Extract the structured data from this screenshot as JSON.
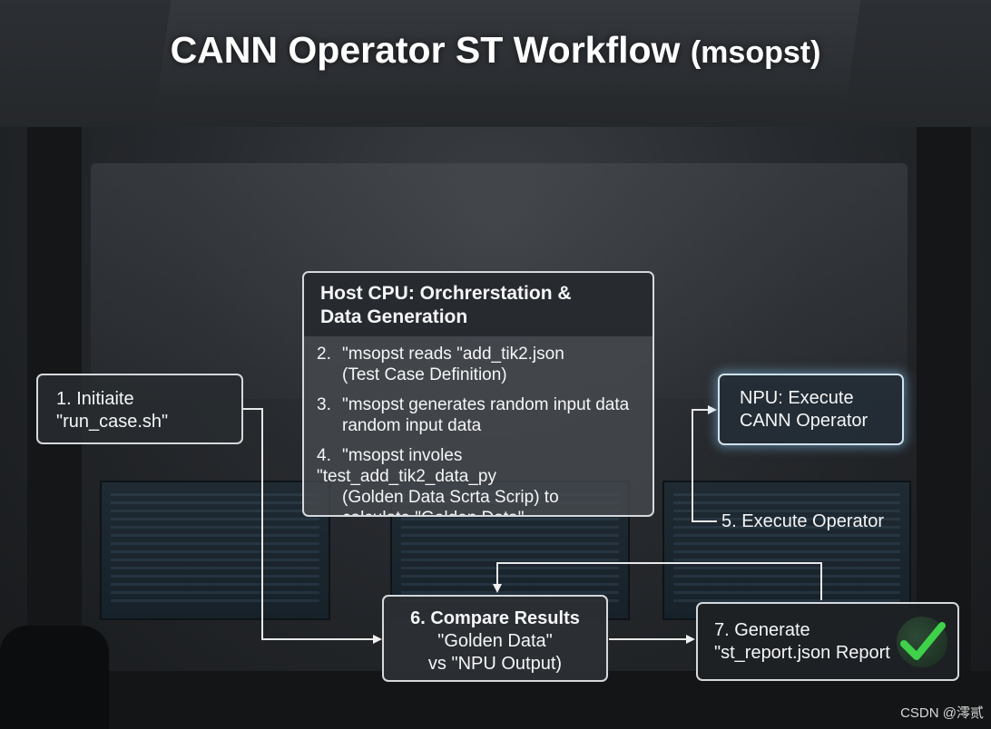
{
  "title": {
    "main": "CANN Operator ST Workflow",
    "sub": "(msopst)"
  },
  "boxes": {
    "initiate": {
      "line1": "1. Initiaite",
      "line2": "\"run_case.sh\""
    },
    "host": {
      "heading_line1": "Host CPU: Orchrerstation &",
      "heading_line2": "Data Generation",
      "steps": [
        {
          "num": "2.",
          "line1": "\"msopst reads \"add_tik2.json",
          "line2": "(Test Case Definition)"
        },
        {
          "num": "3.",
          "line1": "\"msopst generates random input data",
          "line2": "random input data"
        },
        {
          "num": "4.",
          "line1": "\"msopst involes \"test_add_tik2_data_py",
          "line2": "(Golden Data Scrta Scrip) to",
          "line3": "calculate \"Golden Data\""
        }
      ]
    },
    "npu": {
      "line1": "NPU: Execute",
      "line2": "CANN Operator"
    },
    "compare": {
      "line1": "6. Compare Results",
      "line2": "\"Golden Data\"",
      "line3": "vs \"NPU Output)"
    },
    "report": {
      "line1": "7. Generate",
      "line2": "\"st_report.json Report"
    }
  },
  "labels": {
    "execute": "5. Execute Operator"
  },
  "icons": {
    "checkmark": "check-icon",
    "check_color": "#3fd14a"
  },
  "watermark": "CSDN @澪贰"
}
